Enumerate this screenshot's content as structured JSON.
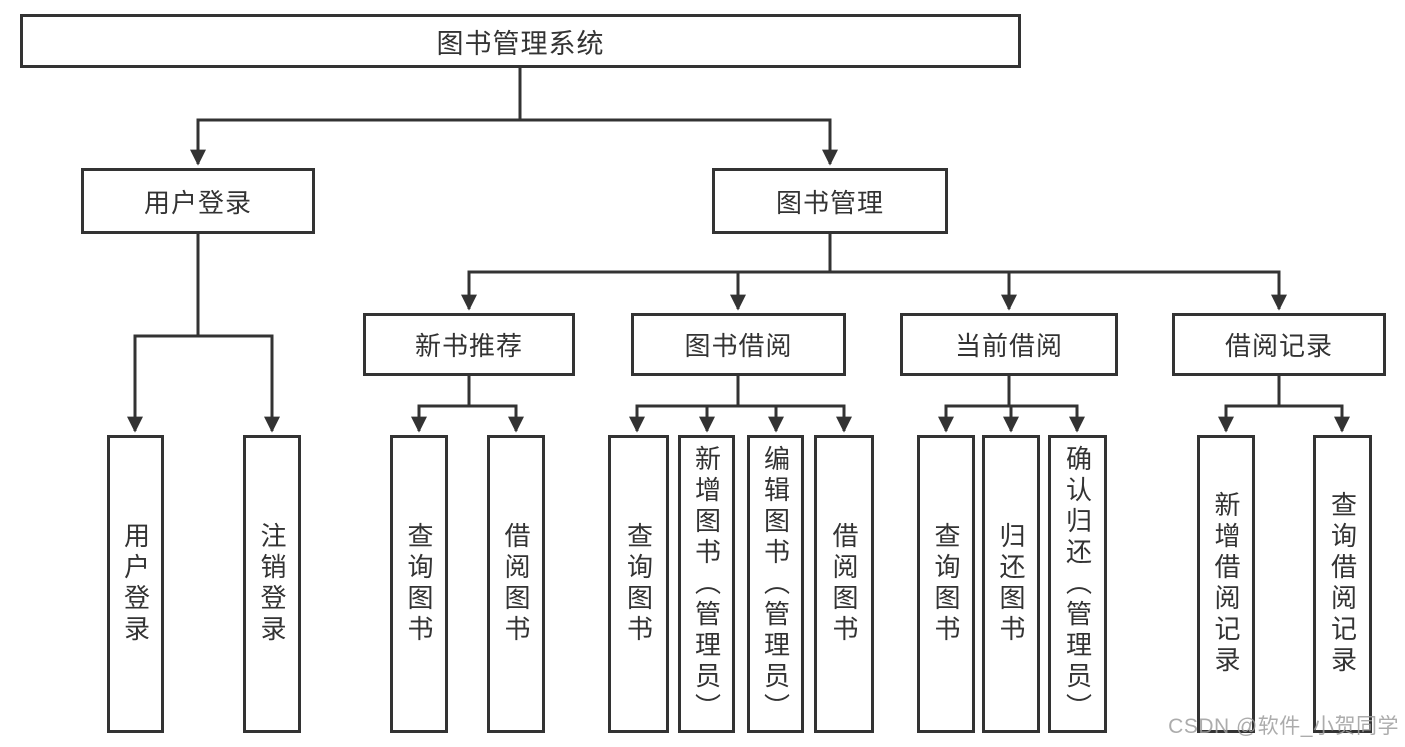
{
  "diagram": {
    "root": {
      "label": "图书管理系统"
    },
    "branches": [
      {
        "label": "用户登录",
        "children": [
          {
            "label": "用户登录"
          },
          {
            "label": "注销登录"
          }
        ]
      },
      {
        "label": "图书管理",
        "children": [
          {
            "label": "新书推荐",
            "children": [
              {
                "label": "查询图书"
              },
              {
                "label": "借阅图书"
              }
            ]
          },
          {
            "label": "图书借阅",
            "children": [
              {
                "label": "查询图书"
              },
              {
                "label": "新增图书（管理员）"
              },
              {
                "label": "编辑图书（管理员）"
              },
              {
                "label": "借阅图书"
              }
            ]
          },
          {
            "label": "当前借阅",
            "children": [
              {
                "label": "查询图书"
              },
              {
                "label": "归还图书"
              },
              {
                "label": "确认归还（管理员）"
              }
            ]
          },
          {
            "label": "借阅记录",
            "children": [
              {
                "label": "新增借阅记录"
              },
              {
                "label": "查询借阅记录"
              }
            ]
          }
        ]
      }
    ]
  },
  "watermark": {
    "text": "CSDN @软件_小贺同学"
  },
  "colors": {
    "line": "#333333",
    "box_border": "#333333",
    "text": "#333333",
    "background": "#ffffff",
    "watermark": "#9e9e9e"
  }
}
